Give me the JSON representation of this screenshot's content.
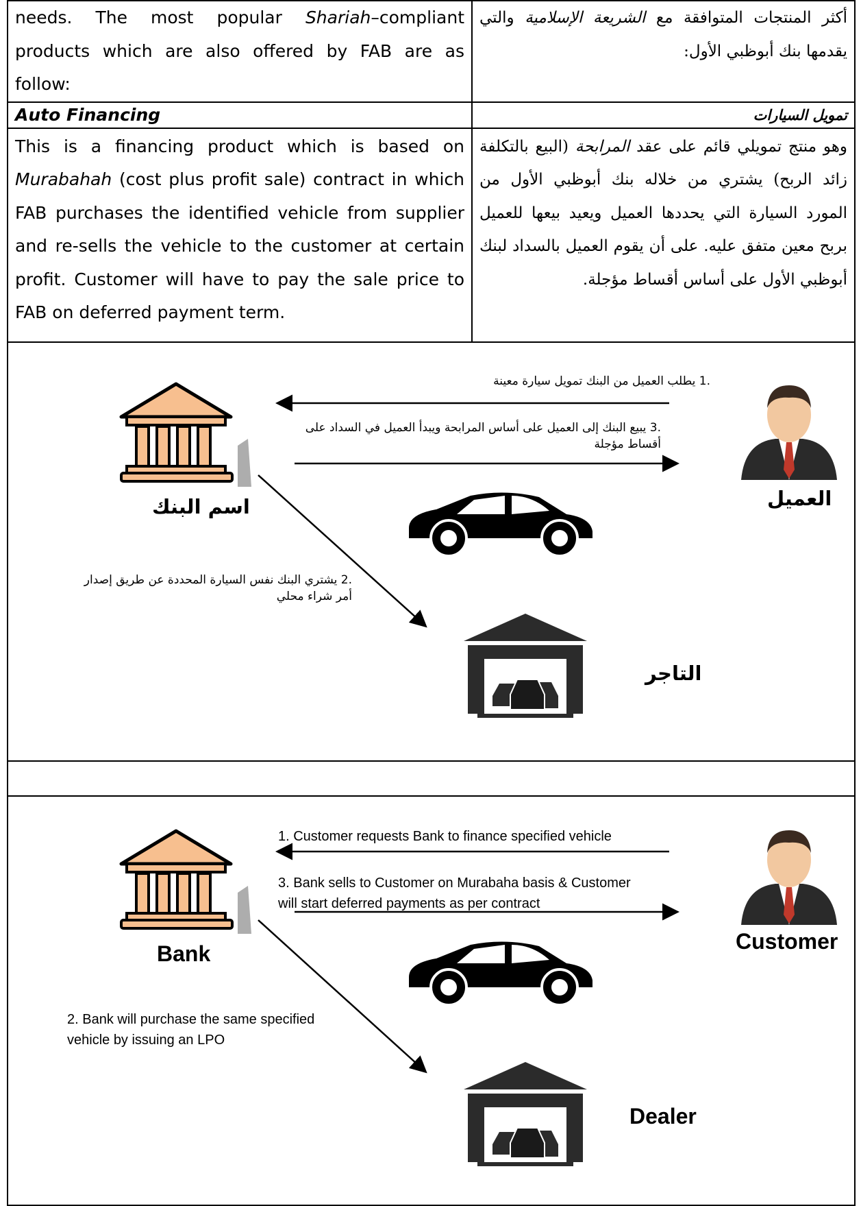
{
  "intro": {
    "en_parts": [
      "needs. The most popular ",
      "Shariah",
      "–compliant products which are also offered by FAB are as follow:"
    ],
    "ar_parts": [
      "أكثر المنتجات المتوافقة مع ",
      "الشريعة الإسلامية",
      " والتي يقدمها بنك أبوظبي الأول:"
    ]
  },
  "section": {
    "title_en": "Auto Financing",
    "title_ar": "تمويل السيارات",
    "body_en_parts": [
      "This is a financing product which is based on ",
      "Murabahah",
      " (cost plus profit sale) contract in which FAB purchases the identified vehicle from supplier and re-sells the vehicle to the customer at certain profit. Customer will have to pay the sale price to FAB on deferred payment term."
    ],
    "body_ar_parts": [
      "وهو منتج تمويلي قائم على عقد ",
      "المرابحة",
      " (البيع بالتكلفة زائد الربح) يشتري من خلاله بنك أبوظبي الأول من المورد السيارة التي يحددها العميل ويعيد بيعها للعميل بربح معين متفق عليه. على أن يقوم العميل بالسداد لبنك أبوظبي الأول على أساس أقساط مؤجلة."
    ]
  },
  "diagram_ar": {
    "bank_label": "اسم البنك",
    "customer_label": "العميل",
    "dealer_label": "التاجر",
    "step1": ".1 يطلب العميل من البنك تمويل سيارة معينة",
    "step3_line1": ".3 يبيع البنك إلى العميل على أساس المرابحة ويبدأ العميل في السداد على",
    "step3_line2": "أقساط مؤجلة",
    "step2_line1": ".2 يشتري البنك نفس السيارة المحددة عن طريق إصدار",
    "step2_line2": "أمر شراء محلي"
  },
  "diagram_en": {
    "bank_label": "Bank",
    "customer_label": "Customer",
    "dealer_label": "Dealer",
    "step1": "1. Customer requests Bank to finance specified vehicle",
    "step3_line1": "3. Bank sells to Customer on Murabaha basis & Customer",
    "step3_line2": "will start deferred payments as per contract",
    "step2_line1": "2. Bank will purchase the same specified",
    "step2_line2": "vehicle by issuing an LPO"
  },
  "icons": {
    "bank": "bank-building-icon",
    "customer": "businessman-avatar-icon",
    "car": "car-icon",
    "dealer": "car-dealer-garage-icon"
  },
  "colors": {
    "bank_fill": "#f7bf8f",
    "arrow": "#000000"
  }
}
